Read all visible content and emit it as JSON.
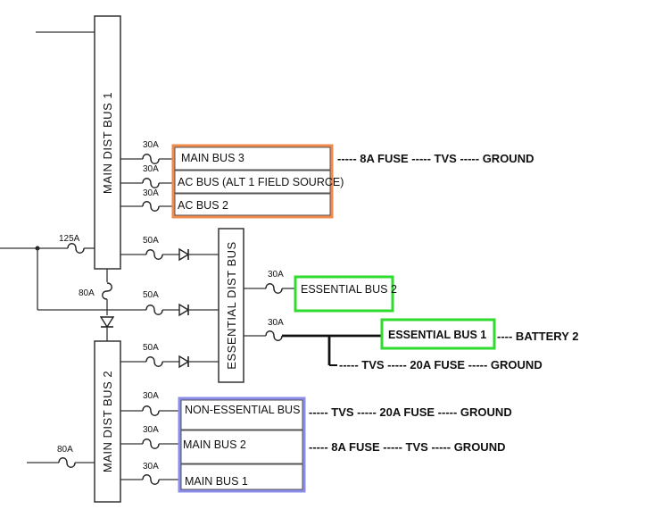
{
  "buses": {
    "main_dist_bus_1": "MAIN DIST BUS 1",
    "main_dist_bus_2": "MAIN DIST BUS 2",
    "essential_dist_bus": "ESSENTIAL DIST BUS"
  },
  "fuses": {
    "f_125a": "125A",
    "f_80a_tie": "80A",
    "f_80a_left": "80A",
    "f_50a_1": "50A",
    "f_50a_2": "50A",
    "f_50a_3": "50A",
    "f_30a_main_bus_3": "30A",
    "f_30a_ac_bus": "30A",
    "f_30a_ac_bus_2": "30A",
    "f_30a_ess_bus_2": "30A",
    "f_30a_ess_bus_1": "30A",
    "f_30a_non_ess": "30A",
    "f_30a_main_bus_2": "30A",
    "f_30a_main_bus_1": "30A"
  },
  "orange_group": {
    "color": "#F08A4B",
    "items": [
      "MAIN BUS 3",
      "AC BUS (ALT 1 FIELD SOURCE)",
      "AC BUS 2"
    ]
  },
  "green_boxes": {
    "color": "#2EDB2E",
    "essential_bus_2": "ESSENTIAL BUS 2",
    "essential_bus_1": "ESSENTIAL BUS 1"
  },
  "purple_group": {
    "color": "#8C8CEB",
    "items": [
      "NON-ESSENTIAL BUS",
      "MAIN BUS 2",
      "MAIN BUS 1"
    ]
  },
  "annotations": {
    "main_bus_3": "----- 8A FUSE ----- TVS ----- GROUND",
    "battery_2": "---- BATTERY 2",
    "essential_bus_1_ground": "----- TVS ----- 20A FUSE ----- GROUND",
    "non_essential": "----- TVS ----- 20A FUSE ----- GROUND",
    "main_bus_2": "----- 8A FUSE ----- TVS ----- GROUND"
  }
}
